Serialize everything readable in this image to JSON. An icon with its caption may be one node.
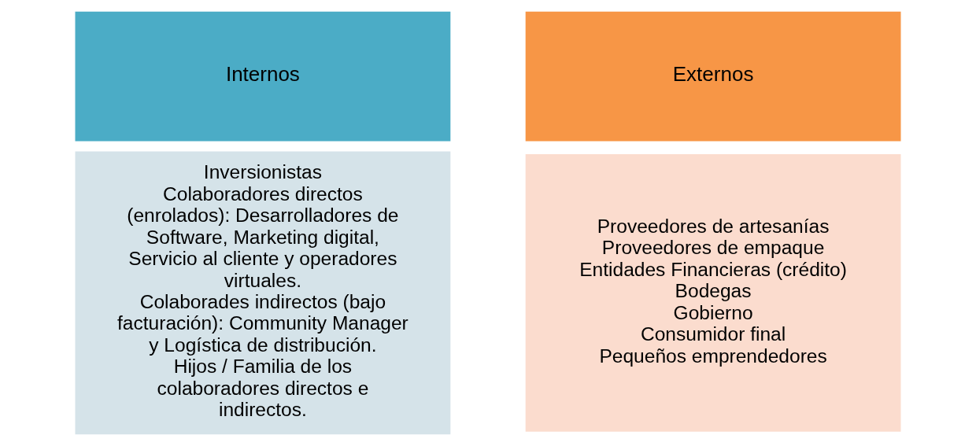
{
  "diagram": {
    "nodes": [
      {
        "text": [
          "Internos"
        ]
      },
      {
        "text": [
          "Inversionistas",
          "Colaboradores directos (enrolados): Desarrolladores de Software, Marketing digital, Servicio al cliente y operadores virtuales.",
          "Colaborades indirectos (bajo facturación): Community Manager y Logística de distribución.",
          "Hijos / Familia de los colaboradores directos e indirectos."
        ]
      },
      {
        "text": [
          "Externos"
        ]
      },
      {
        "text": [
          "Proveedores de artesanías",
          "Proveedores de empaque",
          "Entidades Financieras (crédito)",
          "Bodegas",
          "Gobierno",
          "Consumidor final",
          "Pequeños emprendedores"
        ]
      }
    ]
  }
}
